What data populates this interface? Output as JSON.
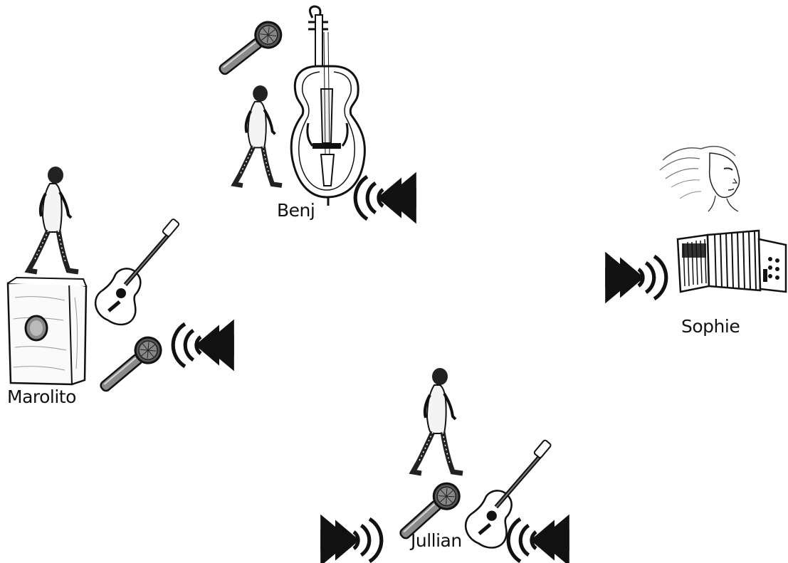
{
  "musicians": [
    {
      "name": "Benj",
      "instrument": "double-bass"
    },
    {
      "name": "Sophie",
      "instrument": "accordion"
    },
    {
      "name": "Marolito",
      "instrument": "cajon"
    },
    {
      "name": "Jullian",
      "instrument": "guitar"
    }
  ],
  "colors": {
    "ink": "#111111",
    "mic_body": "#8a8a8a",
    "wood": "#f2f2f2"
  }
}
